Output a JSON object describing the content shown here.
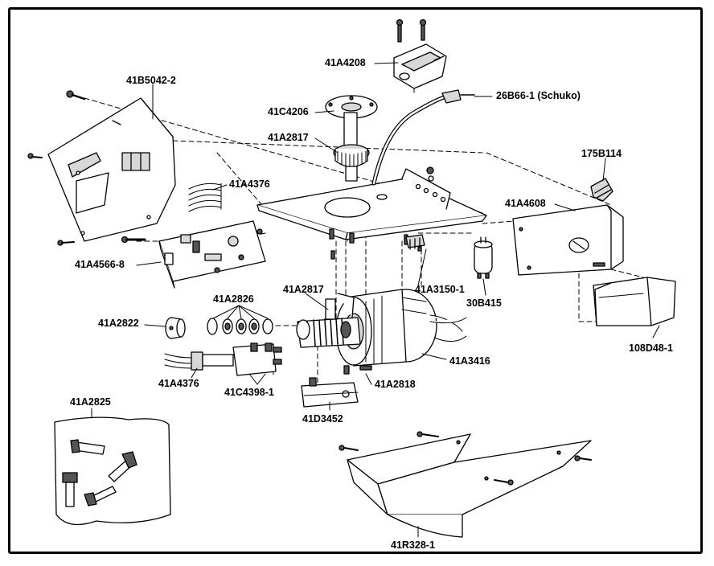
{
  "labels": {
    "p41A4208": "41A4208",
    "p26B66": "26B66-1 (Schuko)",
    "p41B5042": "41B5042-2",
    "p41C4206": "41C4206",
    "p41A2817_top": "41A2817",
    "p175B114": "175B114",
    "p41A4376_top": "41A4376",
    "p41A4608": "41A4608",
    "p41A4566": "41A4566-8",
    "p41A2817_mid": "41A2817",
    "p41A3150": "41A3150-1",
    "p30B415": "30B415",
    "p41A2826": "41A2826",
    "p41A2822": "41A2822",
    "p41A3416": "41A3416",
    "p108D48": "108D48-1",
    "p41A4376_bot": "41A4376",
    "p41C4398": "41C4398-1",
    "p41A2818": "41A2818",
    "p41D3452": "41D3452",
    "p41A2825": "41A2825",
    "p41R328": "41R328-1"
  },
  "colors": {
    "line": "#000000",
    "fill": "#ffffff",
    "shade": "#d8d8d8",
    "dark": "#555555"
  }
}
